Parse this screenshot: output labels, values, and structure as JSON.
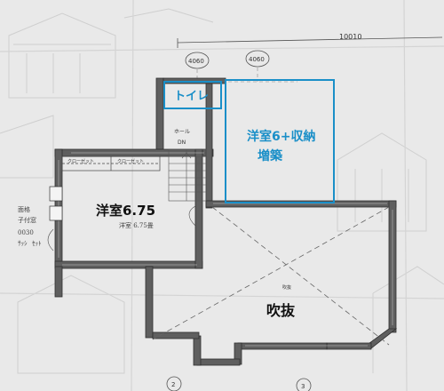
{
  "dimensions": {
    "top_total": "10010",
    "circle_left": "4060",
    "circle_right": "4060"
  },
  "rooms": {
    "toilet": "トイレ",
    "western_room_addition_line1": "洋室6+収納",
    "western_room_addition_line2": "増築",
    "western_room": "洋室6.75",
    "western_room_handwritten": "洋室 6.75畳",
    "atrium": "吹抜",
    "atrium_small": "吹抜",
    "hall": "ホール",
    "down_mark": "DN",
    "closet_left": "クローゼット",
    "closet_right": "クローゼット"
  },
  "notes": {
    "left_note": [
      "面格",
      "子付窓",
      "ｻｯｼ",
      "ｾｯﾄ"
    ],
    "left_note_number": "0030",
    "bottom_marks": [
      "2",
      "3"
    ]
  },
  "colors": {
    "highlight_blue": "#1a8fc8",
    "wall_fill": "#5a5a5a",
    "paper": "#e9e9e9"
  }
}
